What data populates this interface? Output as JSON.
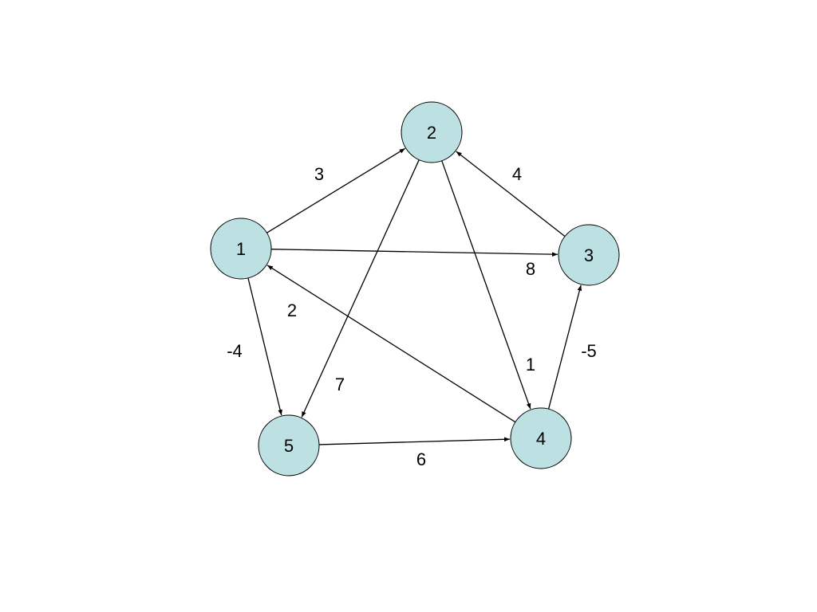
{
  "graph": {
    "node_fill": "#bde0e2",
    "nodes": [
      {
        "id": "1",
        "label": "1"
      },
      {
        "id": "2",
        "label": "2"
      },
      {
        "id": "3",
        "label": "3"
      },
      {
        "id": "4",
        "label": "4"
      },
      {
        "id": "5",
        "label": "5"
      }
    ],
    "edges": [
      {
        "from": "1",
        "to": "2",
        "weight": "3"
      },
      {
        "from": "1",
        "to": "3",
        "weight": "8"
      },
      {
        "from": "1",
        "to": "5",
        "weight": "-4"
      },
      {
        "from": "2",
        "to": "5",
        "weight": "7"
      },
      {
        "from": "2",
        "to": "4",
        "weight": "1"
      },
      {
        "from": "3",
        "to": "2",
        "weight": "4"
      },
      {
        "from": "4",
        "to": "1",
        "weight": "2"
      },
      {
        "from": "4",
        "to": "3",
        "weight": "-5"
      },
      {
        "from": "5",
        "to": "4",
        "weight": "6"
      }
    ]
  }
}
